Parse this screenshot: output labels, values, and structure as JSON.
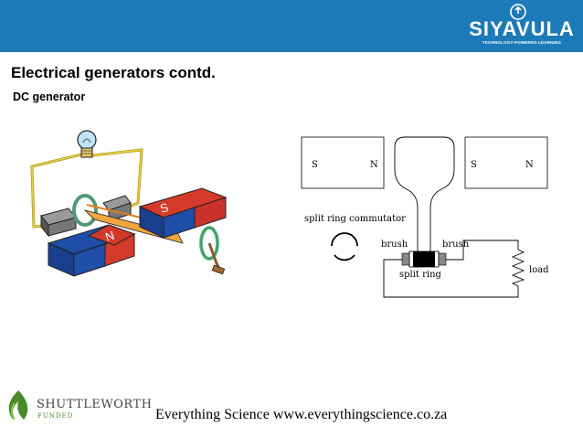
{
  "header": {
    "logo_word": "SIYAVULA",
    "logo_tagline": "TECHNOLOGY-POWERED LEARNING",
    "color": "#1d7ab8"
  },
  "slide": {
    "title": "Electrical generators contd.",
    "subtitle": "DC generator"
  },
  "illustration": {
    "magnet_left_label": "N",
    "magnet_right_label": "S"
  },
  "diagram": {
    "magnet_left_s": "S",
    "magnet_left_n": "N",
    "magnet_right_s": "S",
    "magnet_right_n": "N",
    "split_ring_commutator": "split ring commutator",
    "brush_left": "brush",
    "brush_right": "brush",
    "split_ring": "split ring",
    "load": "load"
  },
  "sponsor": {
    "name": "SHUTTLEWORTH",
    "sub": "FUNDED"
  },
  "footer": {
    "text": "Everything Science www.everythingscience.co.za"
  }
}
